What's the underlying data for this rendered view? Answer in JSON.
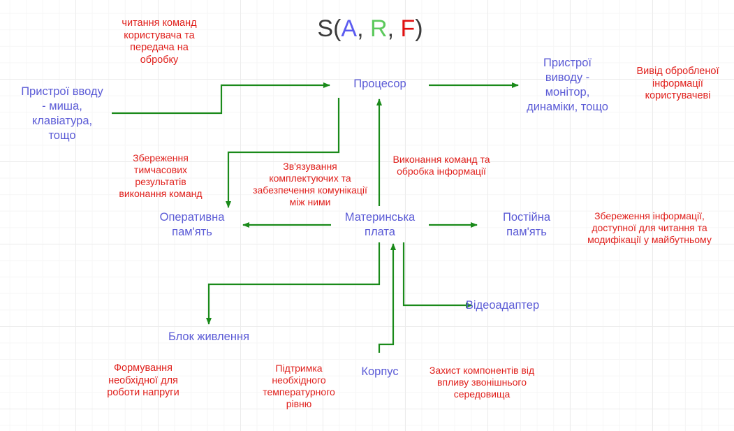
{
  "title": {
    "prefix": "S(",
    "a": "A",
    "sep1": ", ",
    "r": "R",
    "sep2": ", ",
    "f": "F",
    "suffix": ")"
  },
  "colors": {
    "node": "#5b5bd6",
    "note": "#e0201c",
    "arrow": "#1a8a1a",
    "title_a": "#5b5bf0",
    "title_r": "#5cc95c",
    "title_f": "#e01010"
  },
  "nodes": {
    "input_devices": "Пристрої вводу\n- миша,\nклавіатура,\nтощо",
    "processor": "Процесор",
    "output_devices": "Пристрої\nвиводу -\nмонітор,\nдинаміки, тощо",
    "ram": "Оперативна\nпам'ять",
    "motherboard": "Материнська\nплата",
    "rom": "Постійна\nпам'ять",
    "video_adapter": "Відеоадаптер",
    "power_supply": "Блок живлення",
    "case": "Корпус"
  },
  "notes": {
    "input_devices": "читання команд\nкористувача та\nпередача на\nобробку",
    "output_devices": "Вивід обробленої\nінформації\nкористувачеві",
    "ram": "Збереження\nтимчасових\nрезультатів\nвиконання команд",
    "motherboard": "Зв'язування\nкомплектуючих та\nзабезпечення комунікації\nміж ними",
    "processor": "Виконання команд та\nобробка інформації",
    "rom": "Збереження інформації,\nдоступної для читання та\nмодифікації у майбутньому",
    "power_supply": "Формування\nнеобхідної для\nроботи напруги",
    "cooling": "Підтримка\nнеобхідного\nтемпературного\nрівню",
    "case": "Захист компонентів від\nвпливу звонішнього\nсередовища"
  }
}
